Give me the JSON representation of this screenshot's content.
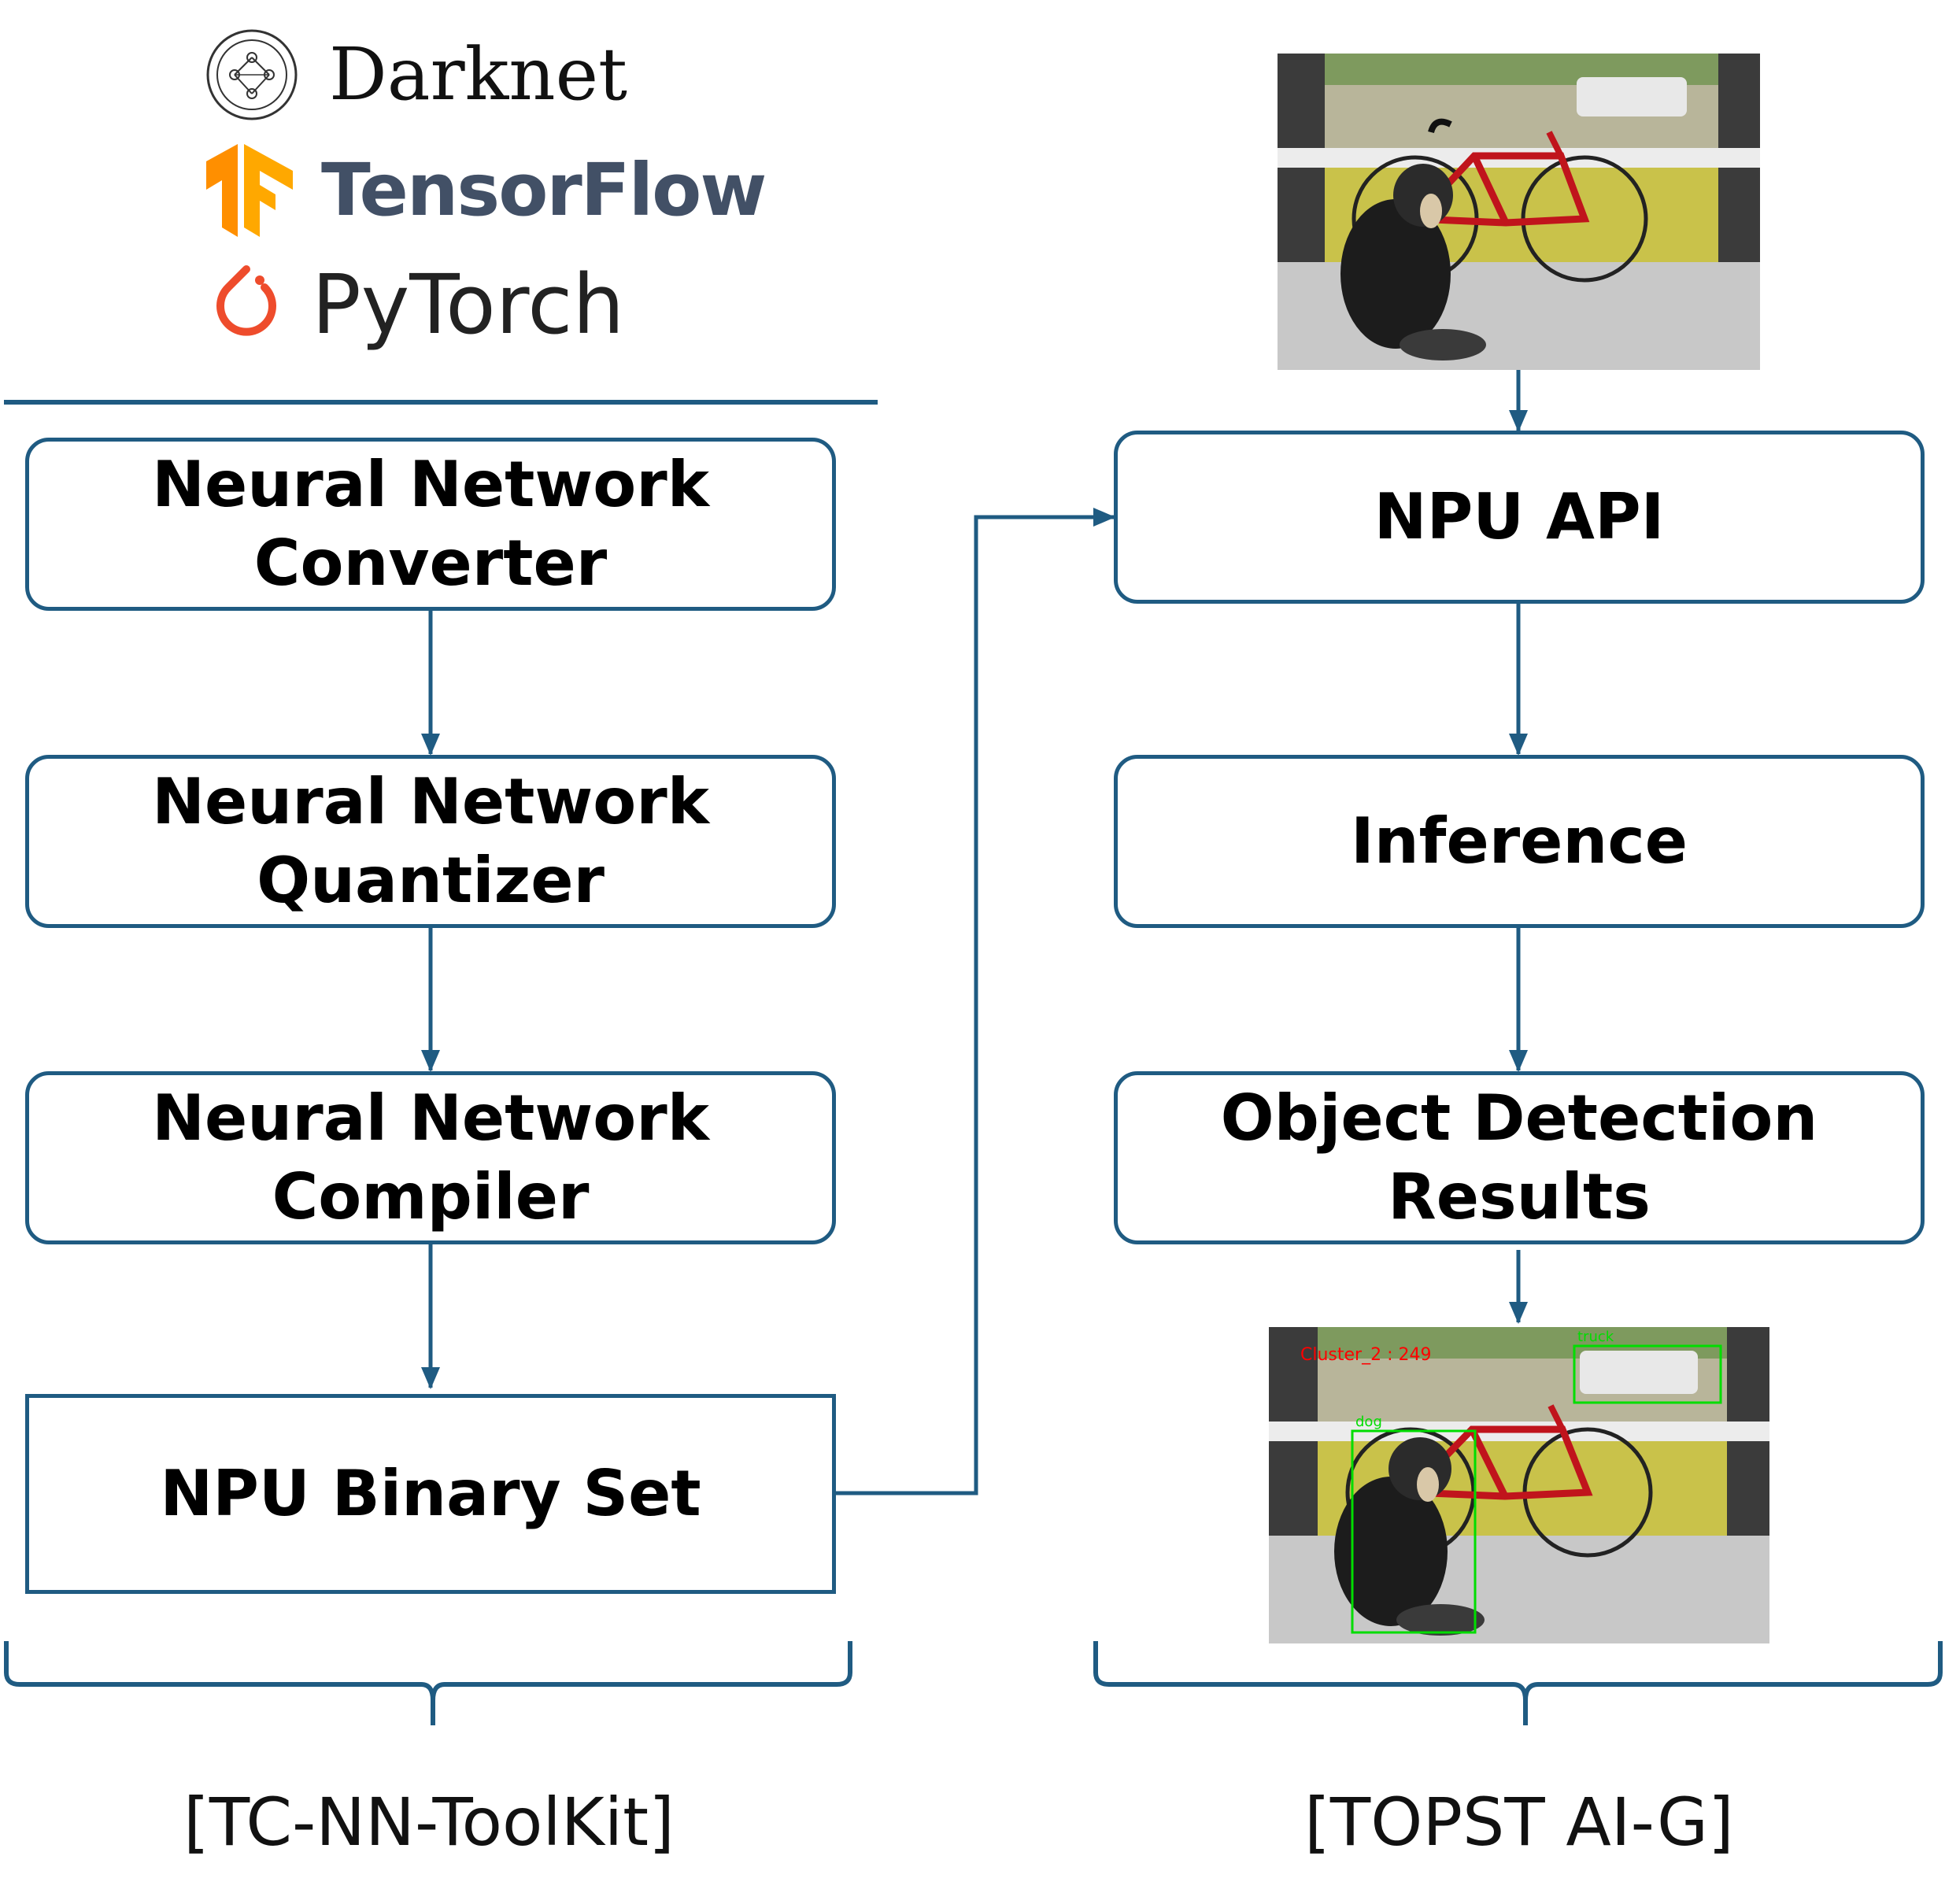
{
  "frameworks": [
    {
      "name": "Darknet",
      "icon": "darknet-logo-icon"
    },
    {
      "name": "TensorFlow",
      "icon": "tensorflow-logo-icon",
      "color": "#425066",
      "logo_color": "#FF8F00"
    },
    {
      "name": "PyTorch",
      "icon": "pytorch-logo-icon",
      "logo_color": "#EE4C2C"
    }
  ],
  "toolkit": {
    "converter": "Neural Network\nConverter",
    "quantizer": "Neural Network\nQuantizer",
    "compiler": "Neural Network\nCompiler",
    "binary_set": "NPU Binary Set",
    "label": "[TC-NN-ToolKit]"
  },
  "topst": {
    "api": "NPU API",
    "inference": "Inference",
    "results": "Object Detection\nResults",
    "label": "[TOPST AI-G]"
  },
  "detections": [
    {
      "label": "Cluster_2 : 249",
      "color": "#ff0000"
    },
    {
      "label": "truck",
      "color": "#00dd00"
    },
    {
      "label": "dog",
      "color": "#00dd00"
    }
  ],
  "colors": {
    "box_border": "#1f5b82",
    "arrow": "#1f5b82"
  }
}
